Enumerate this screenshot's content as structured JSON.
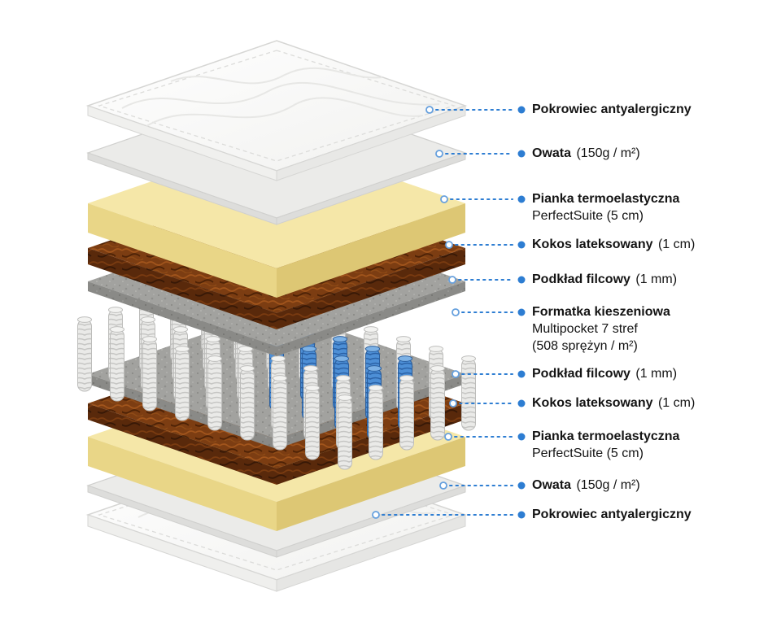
{
  "colors": {
    "accent": "#2d7dd2",
    "accent_light": "#66a0de",
    "cover": "#ffffff",
    "cover_stroke": "#d6d6d4",
    "wadding": "#ebebe9",
    "wadding_side": "#dddddb",
    "foam_top": "#f5e7a8",
    "foam_left": "#e9d687",
    "foam_right": "#ddc774",
    "coconut": "#7c3d12",
    "coconut_dark": "#59290b",
    "felt": "#a2a29f",
    "felt_dark": "#8a8a87",
    "spring_gray": "#eaeae8",
    "spring_blue": "#4d8fd6",
    "text": "#141414"
  },
  "labels": [
    {
      "bold": "Pokrowiec antyalergiczny",
      "rest": "",
      "subs": []
    },
    {
      "bold": "Owata",
      "rest": "(150g / m²)",
      "subs": []
    },
    {
      "bold": "Pianka termoelastyczna",
      "rest": "",
      "subs": [
        "PerfectSuite (5 cm)"
      ]
    },
    {
      "bold": "Kokos lateksowany",
      "rest": "(1 cm)",
      "subs": []
    },
    {
      "bold": "Podkład filcowy",
      "rest": "(1 mm)",
      "subs": []
    },
    {
      "bold": "Formatka kieszeniowa",
      "rest": "",
      "subs": [
        "Multipocket 7 stref",
        "(508 sprężyn / m²)"
      ]
    },
    {
      "bold": "Podkład filcowy",
      "rest": "(1 mm)",
      "subs": []
    },
    {
      "bold": "Kokos lateksowany",
      "rest": "(1 cm)",
      "subs": []
    },
    {
      "bold": "Pianka termoelastyczna",
      "rest": "",
      "subs": [
        "PerfectSuite (5 cm)"
      ]
    },
    {
      "bold": "Owata",
      "rest": "(150g / m²)",
      "subs": []
    },
    {
      "bold": "Pokrowiec antyalergiczny",
      "rest": "",
      "subs": []
    }
  ]
}
